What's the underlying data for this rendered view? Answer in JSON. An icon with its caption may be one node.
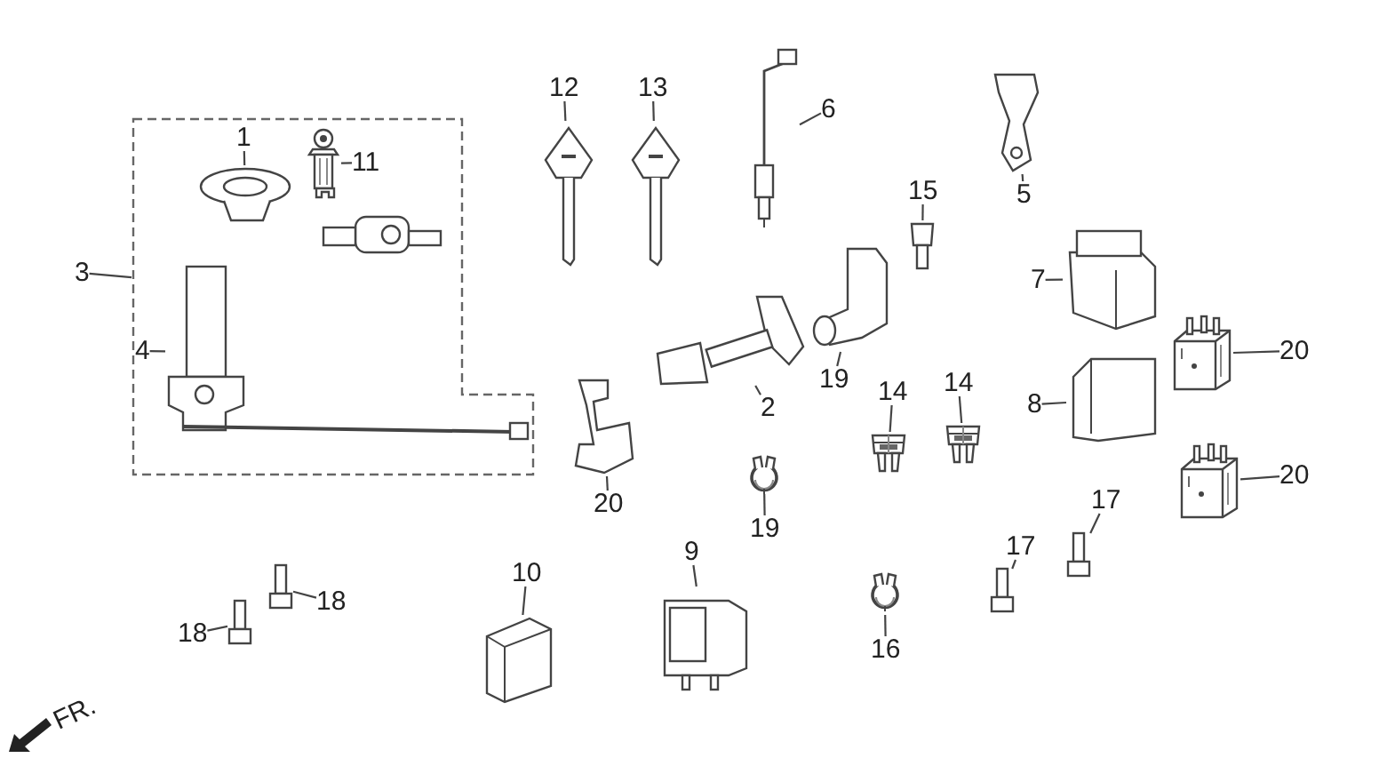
{
  "diagram": {
    "nodes": [
      {
        "text": [],
        "shape": "box"
      },
      {
        "text": [
          "12"
        ]
      },
      {
        "text": [
          "13"
        ]
      },
      {
        "text": [
          "6"
        ]
      },
      {
        "text": [
          "1"
        ],
        "in": 0
      },
      {
        "text": [
          "5"
        ]
      },
      {
        "text": [
          "11"
        ],
        "in": 0
      },
      {
        "text": [
          "15"
        ]
      },
      {
        "text": [
          "3"
        ]
      },
      {
        "text": [
          "7"
        ]
      },
      {
        "text": [
          "4"
        ],
        "in": 0
      },
      {
        "text": [
          "20"
        ]
      },
      {
        "text": [
          "14"
        ]
      },
      {
        "text": [
          "14"
        ]
      },
      {
        "text": [
          "2"
        ]
      },
      {
        "text": [
          "19"
        ]
      },
      {
        "text": [
          "8"
        ]
      },
      {
        "text": [
          "20"
        ]
      },
      {
        "text": [
          "20"
        ]
      },
      {
        "text": [
          "19"
        ]
      },
      {
        "text": [
          "17"
        ]
      },
      {
        "text": [
          "17"
        ]
      },
      {
        "text": [
          "9"
        ]
      },
      {
        "text": [
          "10"
        ]
      },
      {
        "text": [
          "18"
        ]
      },
      {
        "text": [
          "18"
        ]
      },
      {
        "text": [
          "16"
        ]
      },
      {
        "text": [],
        "shape": "picture"
      },
      {
        "text": [],
        "shape": "picture"
      },
      {
        "text": [],
        "shape": "picture"
      },
      {
        "text": [],
        "shape": "picture",
        "in": 0
      },
      {
        "text": [],
        "shape": "picture"
      },
      {
        "text": [],
        "shape": "picture",
        "in": 0
      },
      {
        "text": [],
        "shape": "picture"
      },
      {
        "text": [],
        "shape": "picture"
      },
      {
        "text": [],
        "shape": "picture",
        "in": 0
      },
      {
        "text": [],
        "shape": "picture"
      },
      {
        "text": [],
        "shape": "picture"
      },
      {
        "text": [],
        "shape": "picture"
      },
      {
        "text": [],
        "shape": "picture"
      },
      {
        "text": [],
        "shape": "picture"
      },
      {
        "text": [],
        "shape": "picture"
      },
      {
        "text": [],
        "shape": "picture"
      },
      {
        "text": [],
        "shape": "picture"
      },
      {
        "text": [],
        "shape": "picture"
      },
      {
        "text": [],
        "shape": "picture"
      },
      {
        "text": [],
        "shape": "picture"
      },
      {
        "text": [],
        "shape": "picture"
      },
      {
        "text": [],
        "shape": "picture"
      },
      {
        "text": [],
        "shape": "picture"
      },
      {
        "text": [],
        "shape": "picture"
      },
      {
        "text": [],
        "shape": "picture"
      },
      {
        "text": [],
        "shape": "picture",
        "in": 0
      }
    ],
    "edges": [
      {
        "from": 1,
        "to": 27,
        "arrow": "none"
      },
      {
        "from": 2,
        "to": 28,
        "arrow": "none"
      },
      {
        "from": 3,
        "to": 29,
        "arrow": "none"
      },
      {
        "from": 4,
        "to": 30,
        "arrow": "none"
      },
      {
        "from": 5,
        "to": 31,
        "arrow": "none"
      },
      {
        "from": 6,
        "to": 32,
        "arrow": "none"
      },
      {
        "from": 7,
        "to": 33,
        "arrow": "none"
      },
      {
        "from": 8,
        "to": 0,
        "arrow": "none"
      },
      {
        "from": 9,
        "to": 34,
        "arrow": "none"
      },
      {
        "from": 10,
        "to": 35,
        "arrow": "none"
      },
      {
        "from": 11,
        "to": 36,
        "arrow": "none"
      },
      {
        "from": 12,
        "to": 37,
        "arrow": "none"
      },
      {
        "from": 13,
        "to": 38,
        "arrow": "none"
      },
      {
        "from": 14,
        "to": 39,
        "arrow": "none"
      },
      {
        "from": 15,
        "to": 40,
        "arrow": "none"
      },
      {
        "from": 16,
        "to": 41,
        "arrow": "none"
      },
      {
        "from": 17,
        "to": 42,
        "arrow": "none"
      },
      {
        "from": 18,
        "to": 43,
        "arrow": "none"
      },
      {
        "from": 19,
        "to": 44,
        "arrow": "none"
      },
      {
        "from": 20,
        "to": 45,
        "arrow": "none"
      },
      {
        "from": 21,
        "to": 46,
        "arrow": "none"
      },
      {
        "from": 22,
        "to": 47,
        "arrow": "none"
      },
      {
        "from": 23,
        "to": 48,
        "arrow": "none"
      },
      {
        "from": 24,
        "to": 49,
        "arrow": "none"
      },
      {
        "from": 25,
        "to": 50,
        "arrow": "none"
      },
      {
        "from": 26,
        "to": 51,
        "arrow": "none"
      }
    ],
    "labels": [
      "FR."
    ]
  }
}
